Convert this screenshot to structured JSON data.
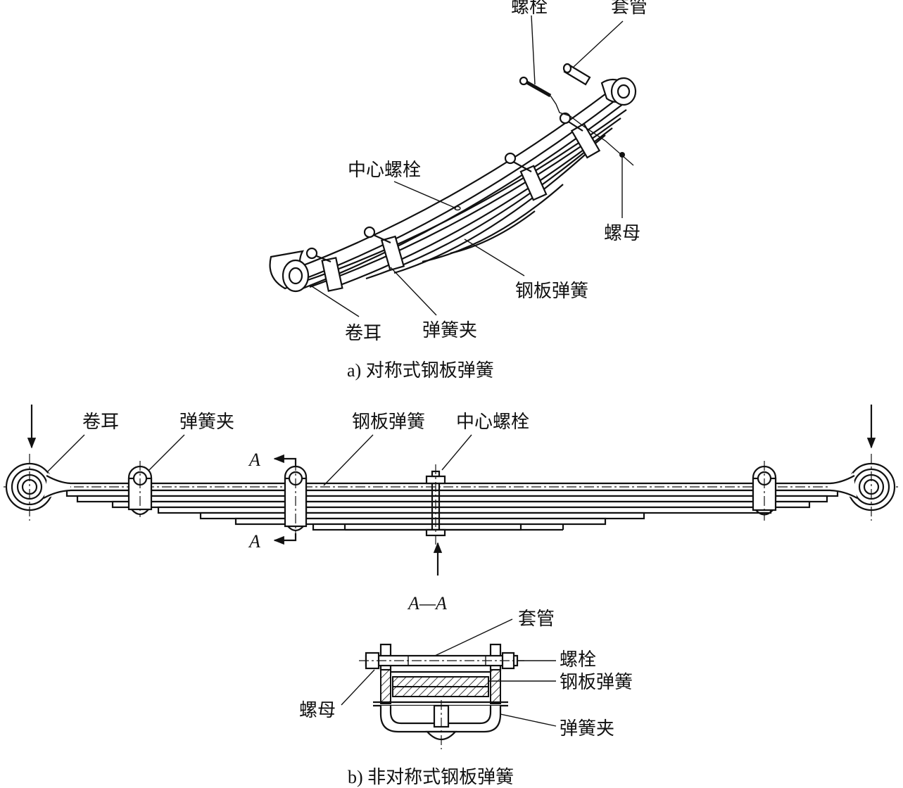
{
  "part_a": {
    "labels": {
      "bolt": "螺栓",
      "sleeve": "套管",
      "center_bolt": "中心螺栓",
      "nut": "螺母",
      "leaf_spring": "钢板弹簧",
      "spring_clip": "弹簧夹",
      "eye": "卷耳"
    },
    "caption": "a) 对称式钢板弹簧"
  },
  "part_b": {
    "labels": {
      "eye": "卷耳",
      "spring_clip": "弹簧夹",
      "leaf_spring": "钢板弹簧",
      "center_bolt": "中心螺栓",
      "section_mark_top": "A",
      "section_mark_bottom": "A"
    },
    "section": {
      "title": "A—A",
      "sleeve": "套管",
      "bolt": "螺栓",
      "leaf_spring": "钢板弹簧",
      "nut": "螺母",
      "spring_clip": "弹簧夹"
    },
    "caption": "b) 非对称式钢板弹簧"
  }
}
